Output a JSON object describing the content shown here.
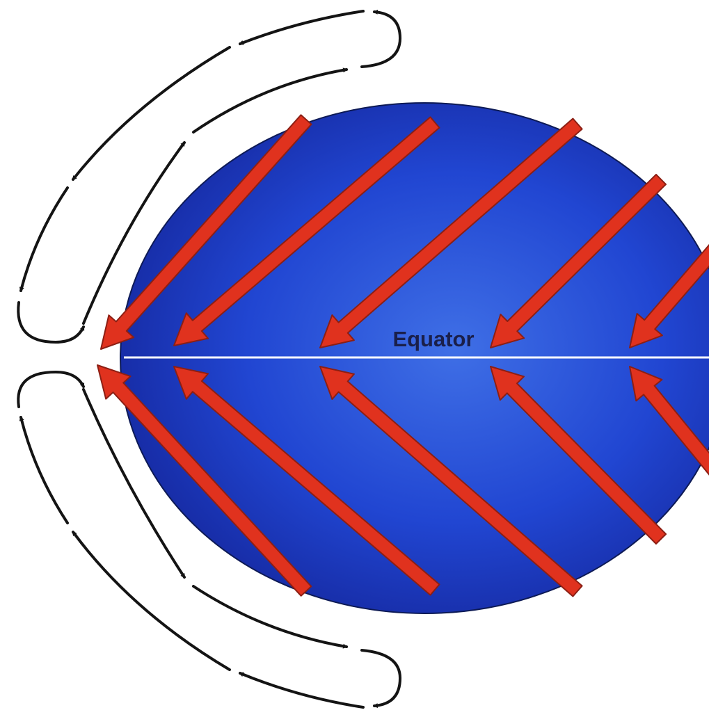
{
  "labels": {
    "equator": "Equator"
  },
  "colors": {
    "background": "#ffffff",
    "globe_light": "#3f6fe6",
    "globe_mid": "#2146d2",
    "globe_dark": "#14259a",
    "equator_line": "#ffffff",
    "equator_text": "#1a1f4a",
    "trade_wind_arrow": "#e0321e",
    "trade_wind_arrow_dark": "#8c1f14",
    "circulation_arrow": "#141414"
  },
  "icons": {
    "wind": "arrow",
    "circulation": "arrowhead"
  }
}
